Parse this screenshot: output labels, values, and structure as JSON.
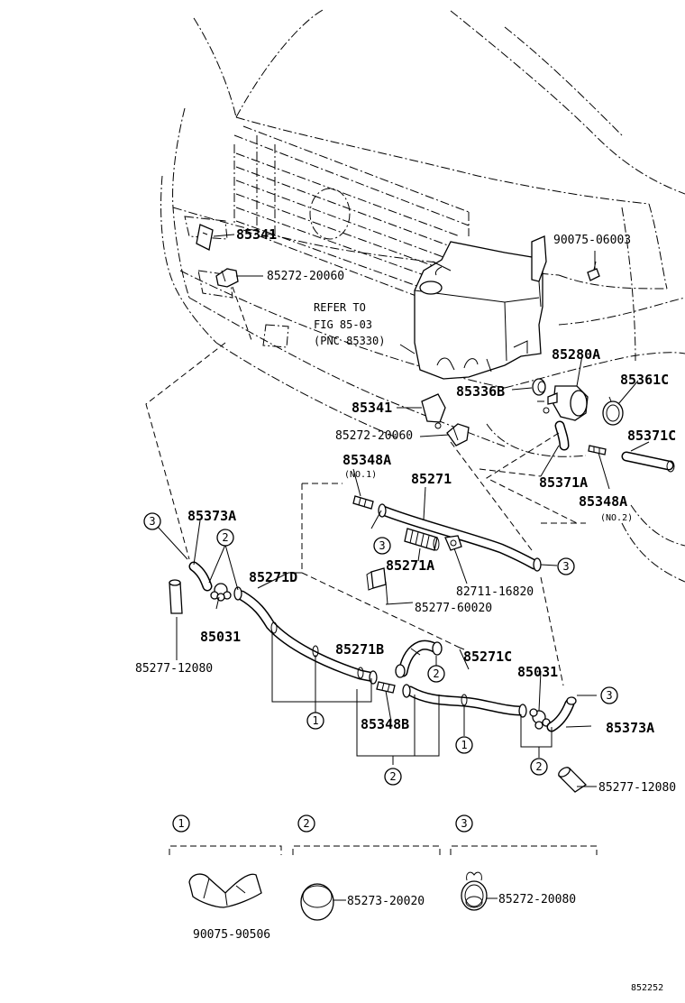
{
  "labels": {
    "p85341_top": "85341",
    "p85272_20060_top": "85272-20060",
    "refer_line1": "REFER TO",
    "refer_line2": "FIG  85-03",
    "refer_line3": "(PNC  85330)",
    "p85341_mid": "85341",
    "p85272_20060_mid": "85272-20060",
    "p90075_06003": "90075-06003",
    "p85280A": "85280A",
    "p85336B": "85336B",
    "p85361C": "85361C",
    "p85371C": "85371C",
    "p85371A": "85371A",
    "p85348A_no1": "85348A",
    "no1": "(NO.1)",
    "p85271": "85271",
    "p85348A_no2": "85348A",
    "no2": "(NO.2)",
    "p85373A_left": "85373A",
    "p85271D": "85271D",
    "p85271A": "85271A",
    "p82711_16820": "82711-16820",
    "p85277_60020": "85277-60020",
    "p85031_left": "85031",
    "p85277_12080_left": "85277-12080",
    "p85271B": "85271B",
    "p85271C": "85271C",
    "p85031_right": "85031",
    "p85348B": "85348B",
    "p85373A_right": "85373A",
    "p85277_12080_right": "85277-12080",
    "legend_p90075_90506": "90075-90506",
    "legend_p85273_20020": "85273-20020",
    "legend_p85272_20080": "85272-20080",
    "figure_number": "852252"
  },
  "callouts": {
    "one": "1",
    "two": "2",
    "three": "3"
  },
  "colors": {
    "line": "#000000",
    "background": "#ffffff"
  }
}
